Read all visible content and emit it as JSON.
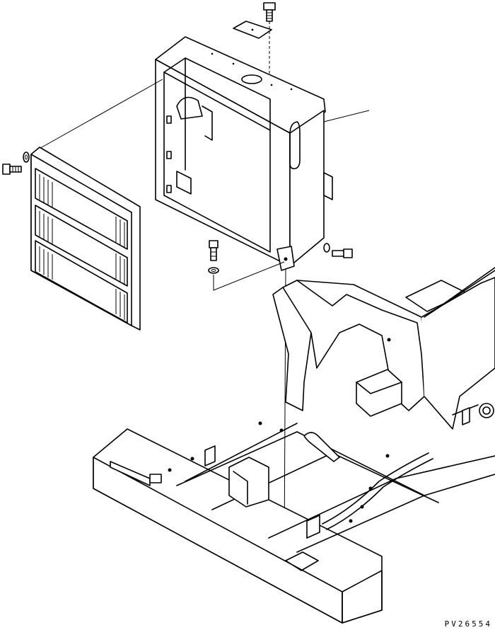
{
  "diagram": {
    "reference_code": "PV26554",
    "parts": [
      {
        "name": "bolt-top"
      },
      {
        "name": "cover-plate"
      },
      {
        "name": "battery-box"
      },
      {
        "name": "bolt-left"
      },
      {
        "name": "washer-left"
      },
      {
        "name": "louver-grille"
      },
      {
        "name": "bolt-lower"
      },
      {
        "name": "washer-lower"
      },
      {
        "name": "bolt-right"
      },
      {
        "name": "washer-right"
      },
      {
        "name": "revolving-frame"
      }
    ]
  }
}
